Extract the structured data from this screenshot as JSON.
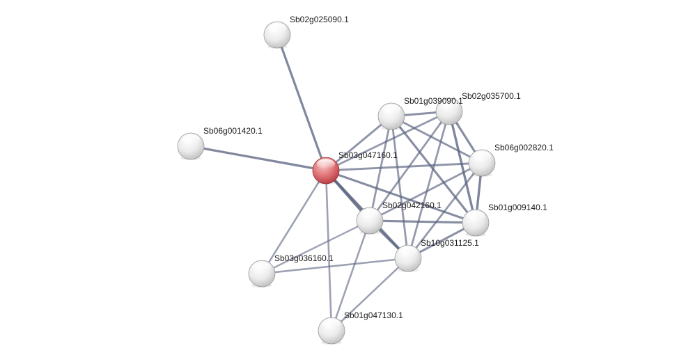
{
  "network": {
    "nodes": [
      {
        "id": "Sb03g047160.1",
        "label": "Sb03g047160.1",
        "query": true
      },
      {
        "id": "Sb02g025090.1",
        "label": "Sb02g025090.1",
        "query": false
      },
      {
        "id": "Sb06g001420.1",
        "label": "Sb06g001420.1",
        "query": false
      },
      {
        "id": "Sb01g039090.1",
        "label": "Sb01g039090.1",
        "query": false
      },
      {
        "id": "Sb02g035700.1",
        "label": "Sb02g035700.1",
        "query": false
      },
      {
        "id": "Sb06g002820.1",
        "label": "Sb06g002820.1",
        "query": false
      },
      {
        "id": "Sb02g042160.1",
        "label": "Sb02g042160.1",
        "query": false
      },
      {
        "id": "Sb01g009140.1",
        "label": "Sb01g009140.1",
        "query": false
      },
      {
        "id": "Sb10g031125.1",
        "label": "Sb10g031125.1",
        "query": false
      },
      {
        "id": "Sb03g036160.1",
        "label": "Sb03g036160.1",
        "query": false
      },
      {
        "id": "Sb01g047130.1",
        "label": "Sb01g047130.1",
        "query": false
      }
    ],
    "edges": [
      {
        "source": "Sb03g047160.1",
        "target": "Sb02g025090.1",
        "strength": 0.75
      },
      {
        "source": "Sb03g047160.1",
        "target": "Sb06g001420.1",
        "strength": 0.75
      },
      {
        "source": "Sb03g047160.1",
        "target": "Sb01g039090.1",
        "strength": 0.6
      },
      {
        "source": "Sb03g047160.1",
        "target": "Sb02g035700.1",
        "strength": 0.55
      },
      {
        "source": "Sb03g047160.1",
        "target": "Sb06g002820.1",
        "strength": 0.6
      },
      {
        "source": "Sb03g047160.1",
        "target": "Sb02g042160.1",
        "strength": 0.9
      },
      {
        "source": "Sb03g047160.1",
        "target": "Sb01g009140.1",
        "strength": 0.7
      },
      {
        "source": "Sb03g047160.1",
        "target": "Sb10g031125.1",
        "strength": 0.85
      },
      {
        "source": "Sb03g047160.1",
        "target": "Sb03g036160.1",
        "strength": 0.45
      },
      {
        "source": "Sb03g047160.1",
        "target": "Sb01g047130.1",
        "strength": 0.45
      },
      {
        "source": "Sb01g039090.1",
        "target": "Sb02g035700.1",
        "strength": 0.65
      },
      {
        "source": "Sb01g039090.1",
        "target": "Sb06g002820.1",
        "strength": 0.6
      },
      {
        "source": "Sb01g039090.1",
        "target": "Sb02g042160.1",
        "strength": 0.55
      },
      {
        "source": "Sb01g039090.1",
        "target": "Sb01g009140.1",
        "strength": 0.7
      },
      {
        "source": "Sb01g039090.1",
        "target": "Sb10g031125.1",
        "strength": 0.55
      },
      {
        "source": "Sb02g035700.1",
        "target": "Sb06g002820.1",
        "strength": 0.7
      },
      {
        "source": "Sb02g035700.1",
        "target": "Sb02g042160.1",
        "strength": 0.55
      },
      {
        "source": "Sb02g035700.1",
        "target": "Sb01g009140.1",
        "strength": 0.8
      },
      {
        "source": "Sb02g035700.1",
        "target": "Sb10g031125.1",
        "strength": 0.55
      },
      {
        "source": "Sb06g002820.1",
        "target": "Sb02g042160.1",
        "strength": 0.55
      },
      {
        "source": "Sb06g002820.1",
        "target": "Sb01g009140.1",
        "strength": 0.8
      },
      {
        "source": "Sb06g002820.1",
        "target": "Sb10g031125.1",
        "strength": 0.55
      },
      {
        "source": "Sb02g042160.1",
        "target": "Sb01g009140.1",
        "strength": 0.7
      },
      {
        "source": "Sb02g042160.1",
        "target": "Sb10g031125.1",
        "strength": 0.75
      },
      {
        "source": "Sb02g042160.1",
        "target": "Sb03g036160.1",
        "strength": 0.4
      },
      {
        "source": "Sb02g042160.1",
        "target": "Sb01g047130.1",
        "strength": 0.45
      },
      {
        "source": "Sb01g009140.1",
        "target": "Sb10g031125.1",
        "strength": 0.65
      },
      {
        "source": "Sb10g031125.1",
        "target": "Sb03g036160.1",
        "strength": 0.45
      },
      {
        "source": "Sb10g031125.1",
        "target": "Sb01g047130.1",
        "strength": 0.45
      }
    ],
    "colors": {
      "query_node": "#d9555a",
      "query_node_light": "#f4b3b5",
      "node": "#c9c9c9",
      "node_light": "#ffffff",
      "edge": "#5a6380"
    }
  }
}
